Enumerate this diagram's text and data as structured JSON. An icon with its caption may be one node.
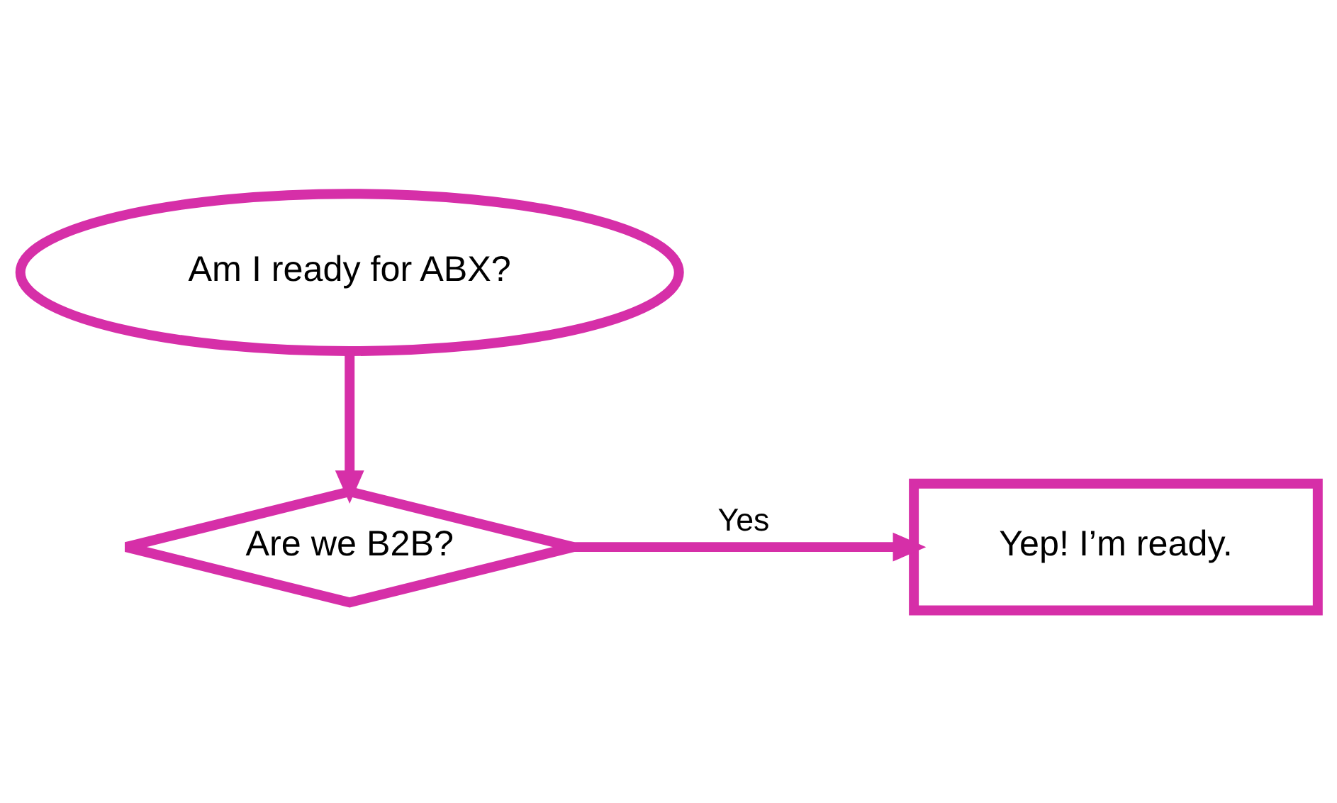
{
  "diagram": {
    "nodes": [
      {
        "text": [
          "Am I ready for ABX?"
        ]
      },
      {
        "text": [
          "Are we B2B?"
        ]
      },
      {
        "text": [
          "Yep! I’m ready."
        ]
      }
    ],
    "edges": [
      {
        "from": 0,
        "to": 1,
        "arrow": "to"
      },
      {
        "from": 1,
        "to": 2,
        "arrow": "to",
        "label": "Yes"
      }
    ]
  }
}
